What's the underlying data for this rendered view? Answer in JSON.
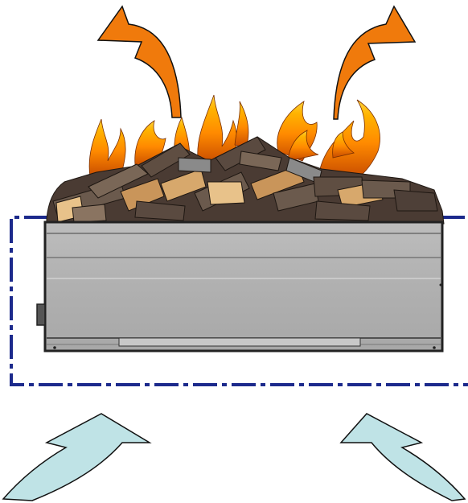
{
  "diagram": {
    "components": {
      "hot_air_arrows": {
        "count": 2,
        "direction": "up-outward",
        "color": "#f07a0c",
        "outline": "#111111"
      },
      "cool_air_arrows": {
        "count": 2,
        "direction": "up-inward",
        "color": "#bfe3e6",
        "outline": "#111111"
      },
      "flames": {
        "colors": [
          "#ff8a00",
          "#ffb300",
          "#ffd23c",
          "#8b3a00"
        ]
      },
      "log_pile": {
        "colors": [
          "#e8c28a",
          "#c9955a",
          "#6b4a33",
          "#4a3b33",
          "#8a8a8a"
        ]
      },
      "firebox": {
        "color": "#b3b3b3",
        "edge": "#222222",
        "trim": "#d9d9d9"
      },
      "installation_outline": {
        "style": "dash-dot",
        "color": "#1c2a8c"
      }
    }
  }
}
